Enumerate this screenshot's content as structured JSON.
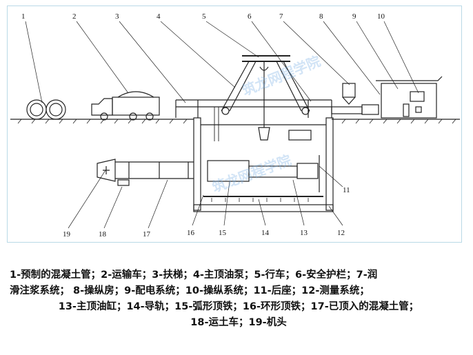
{
  "callouts": [
    "1",
    "2",
    "3",
    "4",
    "5",
    "6",
    "7",
    "8",
    "9",
    "10",
    "11",
    "12",
    "13",
    "14",
    "15",
    "16",
    "17",
    "18",
    "19"
  ],
  "legend_lines": [
    "1-预制的混凝土管；2-运输车；3-扶梯；4-主顶油泵；5-行车；6-安全护栏；7-润",
    "滑注浆系统； 8-操纵房；9-配电系统；10-操纵系统；11-后座；12-测量系统；",
    "13-主顶油缸；14-导轨；15-弧形顶铁；16-环形顶铁；17-已顶入的混凝土管；",
    "18-运土车；19-机头"
  ],
  "watermark": "筑龙网程学院",
  "colors": {
    "line": "#222222",
    "panel_border": "#b9d9e6",
    "watermark": "#7fb3e6"
  }
}
